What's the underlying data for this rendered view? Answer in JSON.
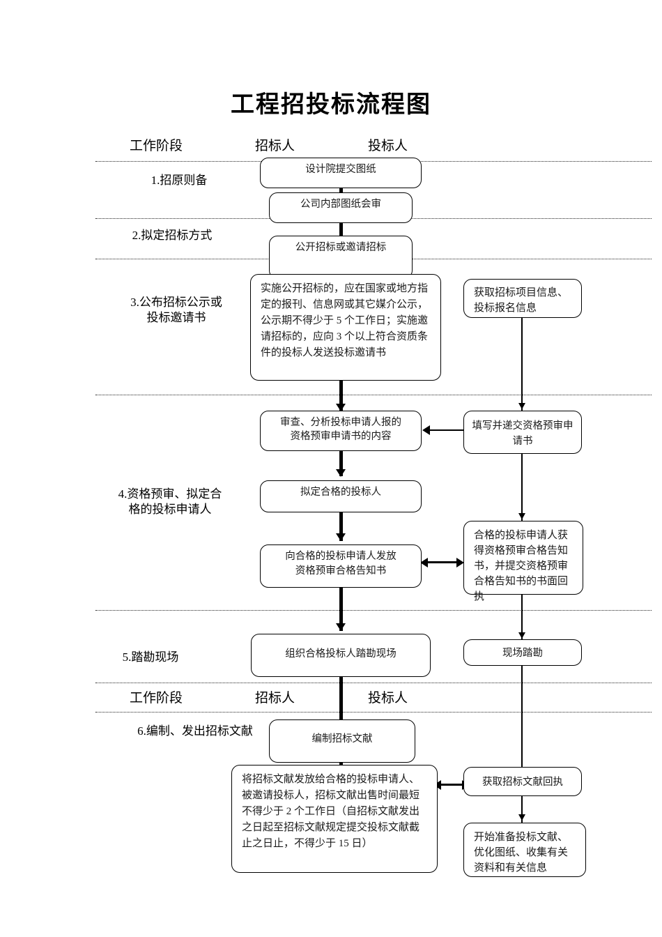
{
  "title": "工程招投标流程图",
  "headers": {
    "stage": "工作阶段",
    "tenderer": "招标人",
    "bidder": "投标人"
  },
  "stages": [
    {
      "id": 1,
      "label": "1.招原则备"
    },
    {
      "id": 2,
      "label": "2.拟定招标方式"
    },
    {
      "id": 3,
      "label": "3.公布招标公示或\n投标邀请书"
    },
    {
      "id": 4,
      "label": "4.资格预审、拟定合\n格的投标申请人"
    },
    {
      "id": 5,
      "label": "5.踏勘现场"
    },
    {
      "id": 6,
      "label": "6.编制、发出招标文献"
    }
  ],
  "boxes": {
    "design_drawings": "设计院提交图纸",
    "internal_review": "公司内部图纸会审",
    "tender_method": "公开招标或邀请招标",
    "publish_notice": "实施公开招标的，应在国家或地方指定的报刊、信息网或其它媒介公示，公示期不得少于 5 个工作日；实施邀请招标的，应向 3 个以上符合资质条件的投标人发送投标邀请书",
    "get_project_info": "获取招标项目信息、投标报名信息",
    "review_application": "审查、分析投标申请人报的\n资格预审申请书的内容",
    "fill_application": "填写并递交资格预审申请书",
    "draft_qualified": "拟定合格的投标人",
    "issue_notice": "向合格的投标申请人发放\n资格预审合格告知书",
    "qualified_receipt": "合格的投标申请人获得资格预审合格告知书，并提交资格预审合格告知书的书面回执",
    "organize_survey": "组织合格投标人踏勘现场",
    "site_survey": "现场踏勘",
    "compile_docs": "编制招标文献",
    "distribute_docs": "将招标文献发放给合格的投标申请人、被邀请投标人，招标文献出售时间最短不得少于 2 个工作日（自招标文献发出之日起至招标文献规定提交投标文献截止之日止，不得少于 15 日）",
    "get_doc_receipt": "获取招标文献回执",
    "prepare_bid": "开始准备投标文献、优化图纸、收集有关资料和有关信息"
  },
  "colors": {
    "line": "#000000",
    "text": "#1a1a1a",
    "background": "#ffffff"
  }
}
